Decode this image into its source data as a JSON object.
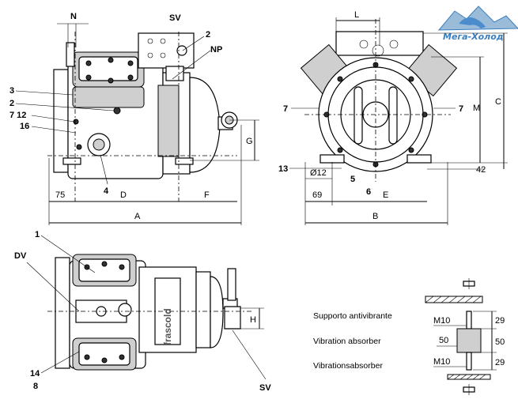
{
  "logo": {
    "text": "Мега-Холод"
  },
  "side_view": {
    "title": "SV",
    "callouts": {
      "n": "N",
      "two_top": "2",
      "np": "NP",
      "three": "3",
      "two_left": "2",
      "seven_twelve": "7 12",
      "sixteen": "16",
      "four": "4"
    },
    "dims": {
      "d75": "75",
      "dD": "D",
      "dF": "F",
      "dA": "A",
      "dG": "G"
    }
  },
  "front_view": {
    "callouts": {
      "seven_left": "7",
      "seven_right": "7",
      "thirteen": "13",
      "five": "5",
      "six": "6"
    },
    "dims": {
      "dL": "L",
      "dM": "M",
      "dC": "C",
      "d42": "42",
      "d12": "Ø12",
      "d69": "69",
      "dE": "E",
      "dB": "B"
    }
  },
  "top_view": {
    "callouts": {
      "one": "1",
      "dv": "DV",
      "fourteen": "14",
      "eight": "8",
      "sv": "SV",
      "h": "H"
    },
    "nameplate": "frascold"
  },
  "absorber": {
    "lines": [
      "Supporto antivibrante",
      "Vibration absorber",
      "Vibrationsabsorber"
    ],
    "dims": {
      "m10_top": "M10",
      "m10_bot": "M10",
      "d50_left": "50",
      "d50_right": "50",
      "d29_top": "29",
      "d29_bot": "29"
    }
  }
}
